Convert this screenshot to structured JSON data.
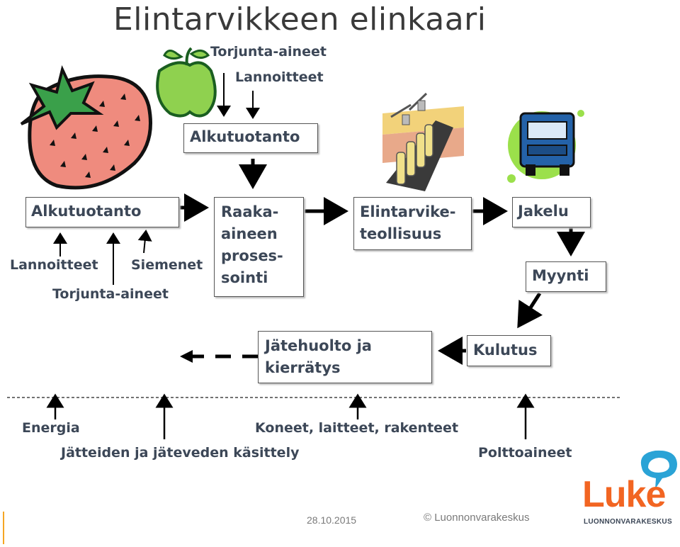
{
  "title": "Elintarvikkeen elinkaari",
  "boxes": {
    "alkutuotanto_top": "Alkutuotanto",
    "alkutuotanto_left": "Alkutuotanto",
    "raaka": "Raaka-\naineen\nproses-\nsointi",
    "teollisuus": "Elintarvike-\nteollisuus",
    "jakelu": "Jakelu",
    "myynti": "Myynti",
    "kulutus": "Kulutus",
    "jatehuolto": "Jätehuolto ja\nkierrätys"
  },
  "inputs": {
    "torjunta_top": "Torjunta-aineet",
    "lannoitteet_top": "Lannoitteet",
    "lannoitteet_left": "Lannoitteet",
    "siemenet": "Siemenet",
    "torjunta_left": "Torjunta-aineet"
  },
  "bottom": {
    "energia": "Energia",
    "jatteiden": "Jätteiden ja jäteveden käsittely",
    "koneet": "Koneet, laitteet, rakenteet",
    "polttoaineet": "Polttoaineet"
  },
  "footer": {
    "date": "28.10.2015",
    "copyright": "© Luonnonvarakeskus",
    "logo": "Luke",
    "logo_sub": "LUONNONVARAKESKUS"
  },
  "icons": [
    "strawberry-icon",
    "apple-icon",
    "factory-icon",
    "truck-icon"
  ],
  "colors": {
    "accent": "#f26522",
    "text": "#3c4757",
    "logo_bubble": "#2aa3d6"
  }
}
